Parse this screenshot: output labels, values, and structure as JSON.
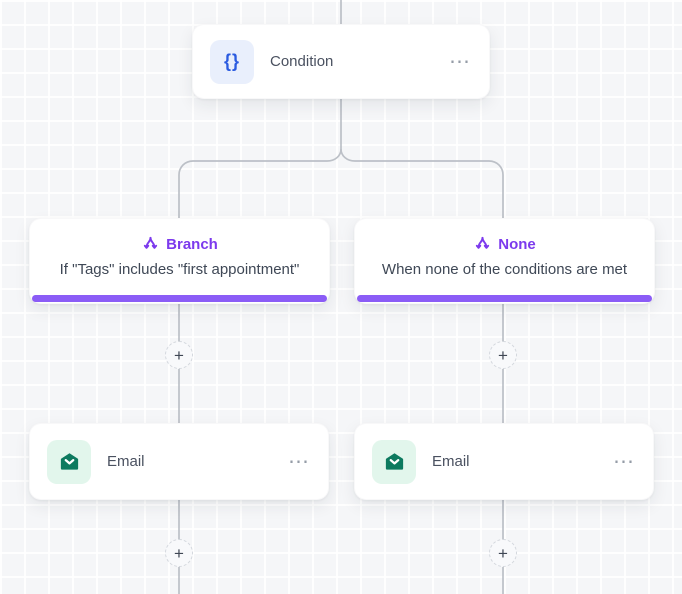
{
  "canvas": {
    "background_color": "#f5f6f8",
    "grid_line_color": "#ffffff",
    "connector_color": "#bcc0c7"
  },
  "icons": {
    "condition": "braces-icon",
    "branch": "fork-split-icon",
    "email": "open-envelope-icon",
    "menu": "ellipsis-icon",
    "add": "plus-icon"
  },
  "condition_node": {
    "label": "Condition",
    "icon_glyph": "{}",
    "icon_bg": "#e9effc",
    "icon_color": "#2b5be0",
    "menu_glyph": "⋯"
  },
  "branch_node": {
    "title": "Branch",
    "subtitle": "If \"Tags\" includes \"first appointment\"",
    "accent_color": "#7c3aed",
    "bar_color": "#8b5cf6"
  },
  "none_node": {
    "title": "None",
    "subtitle": "When none of the conditions are met",
    "accent_color": "#7c3aed",
    "bar_color": "#8b5cf6"
  },
  "email_left": {
    "label": "Email",
    "menu_glyph": "⋯",
    "icon_bg": "#e2f6ec",
    "icon_color": "#0d7a5f"
  },
  "email_right": {
    "label": "Email",
    "menu_glyph": "⋯",
    "icon_bg": "#e2f6ec",
    "icon_color": "#0d7a5f"
  },
  "add_button_glyph": "+"
}
